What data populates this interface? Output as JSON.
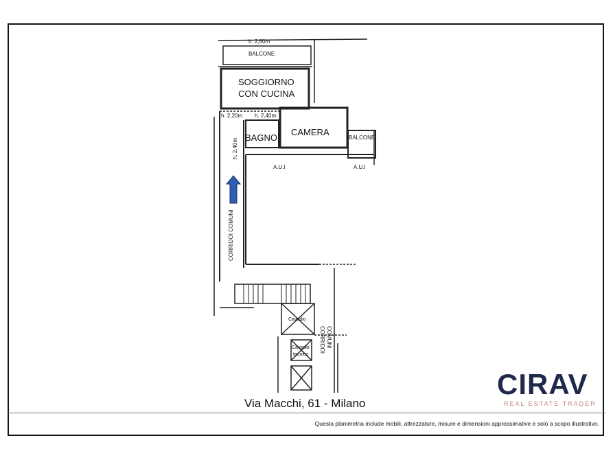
{
  "plan": {
    "labels": {
      "height_balcony_top": "h. 2,60m",
      "balcony_top": "BALCONE",
      "living_line1": "SOGGIORNO",
      "living_line2": "CON CUCINA",
      "height_corridor": "h. 2,20m",
      "height_bath": "h. 2,40m",
      "bathroom": "BAGNO",
      "bedroom": "CAMERA",
      "balcony_right": "BALCONE",
      "height_vertical": "h. 2,40m",
      "aui_left": "A.U.I",
      "aui_right": "A.U.I",
      "corridor_left": "CORRIDOI COMUNI",
      "corridor_right_1": "CORRIDOI",
      "corridor_right_2": "COMUNI",
      "shaft": "Cavedio",
      "tech_shaft_1": "Cavedio",
      "tech_shaft_2": "tecnico"
    },
    "entrance_arrow_color": "#2f5fb3"
  },
  "address": "Via Macchi, 61 - Milano",
  "logo": {
    "word": "CIRAV",
    "tagline": "REAL ESTATE TRADER",
    "brand_color": "#1f2a4a",
    "tag_color": "#c4877f"
  },
  "disclaimer": "Questa planimetria include mobili, attrezzature, misure e dimensioni approssimative e solo a scopo illustrativo."
}
